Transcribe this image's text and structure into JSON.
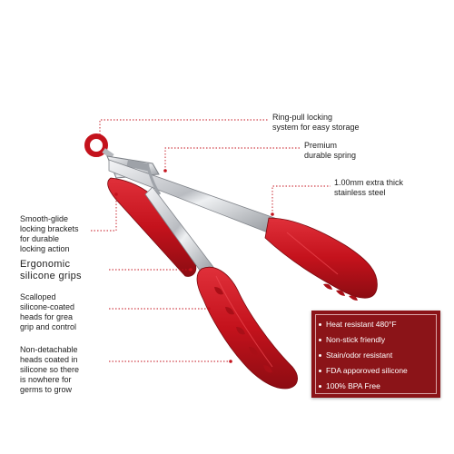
{
  "labels": {
    "ring_pull": [
      "Ring-pull locking",
      "system for easy storage"
    ],
    "spring": [
      "Premium",
      "durable spring"
    ],
    "steel": [
      "1.00mm extra thick",
      "stainless steel"
    ],
    "brackets": [
      "Smooth-glide",
      "locking brackets",
      "for durable",
      "locking action"
    ],
    "grips": [
      "Ergonomic",
      "silicone grips"
    ],
    "scalloped": [
      "Scalloped",
      "silicone-coated",
      "heads for grea",
      "grip and control"
    ],
    "heads": [
      "Non-detachable",
      "heads coated in",
      "silicone so there",
      "is nowhere for",
      "germs to grow"
    ]
  },
  "features": [
    "Heat resistant 480°F",
    "Non-stick friendly",
    "Stain/odor resistant",
    "FDA apporoved silicone",
    "100% BPA Free"
  ],
  "colors": {
    "silicone": "#c4121c",
    "steel": "#d7d9dc",
    "panel": "#8b1418",
    "leader": "#c4121c"
  }
}
